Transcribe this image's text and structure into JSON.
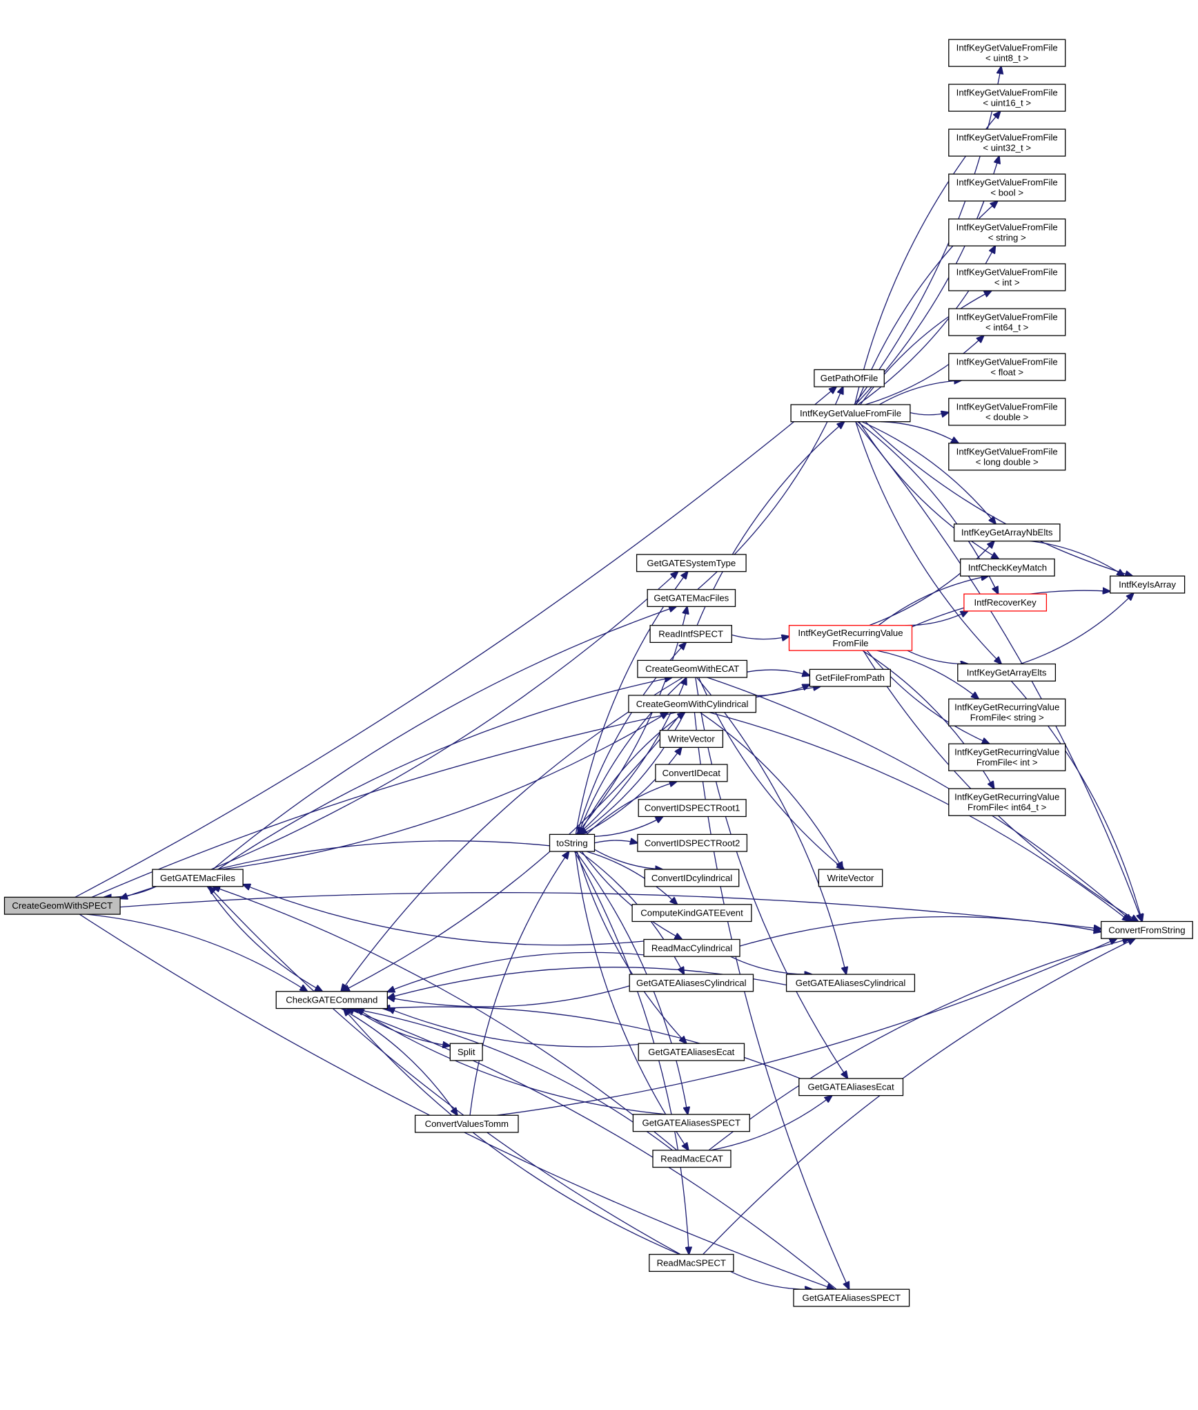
{
  "diagram": {
    "type": "call-graph",
    "edge_color": "#191970",
    "node_border_color": "#000000",
    "truncated_border_color": "#ff0000",
    "root_fill_color": "#bfbfbf",
    "nodes": {
      "root": {
        "lines": [
          "CreateGeomWithSPECT"
        ],
        "root": true
      },
      "gmf1": {
        "lines": [
          "GetGATEMacFiles"
        ]
      },
      "cgc": {
        "lines": [
          "CheckGATECommand"
        ]
      },
      "split": {
        "lines": [
          "Split"
        ]
      },
      "cvtmm": {
        "lines": [
          "ConvertValuesTomm"
        ]
      },
      "tostring": {
        "lines": [
          "toString"
        ]
      },
      "gsystype": {
        "lines": [
          "GetGATESystemType"
        ]
      },
      "gmf2": {
        "lines": [
          "GetGATEMacFiles"
        ]
      },
      "readintf": {
        "lines": [
          "ReadIntfSPECT"
        ]
      },
      "cgecat": {
        "lines": [
          "CreateGeomWithECAT"
        ]
      },
      "cgcyl": {
        "lines": [
          "CreateGeomWithCylindrical"
        ]
      },
      "wv1": {
        "lines": [
          "WriteVector"
        ]
      },
      "cidecat": {
        "lines": [
          "ConvertIDecat"
        ]
      },
      "cidsr1": {
        "lines": [
          "ConvertIDSPECTRoot1"
        ]
      },
      "cidsr2": {
        "lines": [
          "ConvertIDSPECTRoot2"
        ]
      },
      "cidcyl": {
        "lines": [
          "ConvertIDcylindrical"
        ]
      },
      "ckge": {
        "lines": [
          "ComputeKindGATEEvent"
        ]
      },
      "rmcyl": {
        "lines": [
          "ReadMacCylindrical"
        ]
      },
      "gacyl1": {
        "lines": [
          "GetGATEAliasesCylindrical"
        ]
      },
      "gaecat1": {
        "lines": [
          "GetGATEAliasesEcat"
        ]
      },
      "gaspect1": {
        "lines": [
          "GetGATEAliasesSPECT"
        ]
      },
      "rmecat": {
        "lines": [
          "ReadMacECAT"
        ]
      },
      "rmspect": {
        "lines": [
          "ReadMacSPECT"
        ]
      },
      "gaspect2": {
        "lines": [
          "GetGATEAliasesSPECT"
        ]
      },
      "gaecat2": {
        "lines": [
          "GetGATEAliasesEcat"
        ]
      },
      "gacyl2": {
        "lines": [
          "GetGATEAliasesCylindrical"
        ]
      },
      "wv2": {
        "lines": [
          "WriteVector"
        ]
      },
      "gpof": {
        "lines": [
          "GetPathOfFile"
        ]
      },
      "gffp": {
        "lines": [
          "GetFileFromPath"
        ]
      },
      "ikgvff": {
        "lines": [
          "IntfKeyGetValueFromFile"
        ]
      },
      "ikgrvff": {
        "lines": [
          "IntfKeyGetRecurringValue",
          "FromFile"
        ],
        "truncated": true
      },
      "t_u8": {
        "lines": [
          "IntfKeyGetValueFromFile",
          "< uint8_t >"
        ]
      },
      "t_u16": {
        "lines": [
          "IntfKeyGetValueFromFile",
          "< uint16_t >"
        ]
      },
      "t_u32": {
        "lines": [
          "IntfKeyGetValueFromFile",
          "< uint32_t >"
        ]
      },
      "t_bool": {
        "lines": [
          "IntfKeyGetValueFromFile",
          "< bool >"
        ]
      },
      "t_str": {
        "lines": [
          "IntfKeyGetValueFromFile",
          "< string >"
        ]
      },
      "t_int": {
        "lines": [
          "IntfKeyGetValueFromFile",
          "< int >"
        ]
      },
      "t_i64": {
        "lines": [
          "IntfKeyGetValueFromFile",
          "< int64_t >"
        ]
      },
      "t_float": {
        "lines": [
          "IntfKeyGetValueFromFile",
          "< float >"
        ]
      },
      "t_double": {
        "lines": [
          "IntfKeyGetValueFromFile",
          "< double >"
        ]
      },
      "t_ld": {
        "lines": [
          "IntfKeyGetValueFromFile",
          "< long double >"
        ]
      },
      "ikganb": {
        "lines": [
          "IntfKeyGetArrayNbElts"
        ]
      },
      "ickm": {
        "lines": [
          "IntfCheckKeyMatch"
        ]
      },
      "irk": {
        "lines": [
          "IntfRecoverKey"
        ],
        "truncated": true
      },
      "ikgae": {
        "lines": [
          "IntfKeyGetArrayElts"
        ]
      },
      "r_str": {
        "lines": [
          "IntfKeyGetRecurringValue",
          "FromFile< string >"
        ]
      },
      "r_int": {
        "lines": [
          "IntfKeyGetRecurringValue",
          "FromFile< int >"
        ]
      },
      "r_i64": {
        "lines": [
          "IntfKeyGetRecurringValue",
          "FromFile< int64_t >"
        ]
      },
      "ikia": {
        "lines": [
          "IntfKeyIsArray"
        ]
      },
      "cfs": {
        "lines": [
          "ConvertFromString"
        ]
      }
    },
    "edges": [
      [
        "gmf1",
        "root"
      ],
      [
        "tostring",
        "root"
      ],
      [
        "root",
        "cgc"
      ],
      [
        "root",
        "gpof"
      ],
      [
        "root",
        "gffp"
      ],
      [
        "root",
        "gaspect2"
      ],
      [
        "root",
        "cfs"
      ],
      [
        "gmf1",
        "cgc"
      ],
      [
        "gmf1",
        "gmf2"
      ],
      [
        "gmf1",
        "gsystype"
      ],
      [
        "gmf1",
        "cgecat"
      ],
      [
        "gmf1",
        "cgcyl"
      ],
      [
        "rmcyl",
        "gmf1"
      ],
      [
        "rmecat",
        "gmf1"
      ],
      [
        "rmspect",
        "gmf1"
      ],
      [
        "cgc",
        "split"
      ],
      [
        "cgc",
        "cvtmm"
      ],
      [
        "cgecat",
        "cgc"
      ],
      [
        "cgcyl",
        "cgc"
      ],
      [
        "rmcyl",
        "cgc"
      ],
      [
        "gacyl1",
        "cgc"
      ],
      [
        "gacyl2",
        "cgc"
      ],
      [
        "gaecat1",
        "cgc"
      ],
      [
        "gaecat2",
        "cgc"
      ],
      [
        "gaspect1",
        "cgc"
      ],
      [
        "rmecat",
        "cgc"
      ],
      [
        "rmspect",
        "cgc"
      ],
      [
        "gaspect2",
        "cgc"
      ],
      [
        "cvtmm",
        "tostring"
      ],
      [
        "cvtmm",
        "cfs"
      ],
      [
        "tostring",
        "gsystype"
      ],
      [
        "tostring",
        "gmf2"
      ],
      [
        "tostring",
        "readintf"
      ],
      [
        "tostring",
        "cgecat"
      ],
      [
        "tostring",
        "cgcyl"
      ],
      [
        "tostring",
        "wv1"
      ],
      [
        "tostring",
        "cidecat"
      ],
      [
        "tostring",
        "cidsr1"
      ],
      [
        "tostring",
        "cidsr2"
      ],
      [
        "tostring",
        "cidcyl"
      ],
      [
        "tostring",
        "ckge"
      ],
      [
        "tostring",
        "rmcyl"
      ],
      [
        "tostring",
        "gacyl1"
      ],
      [
        "tostring",
        "gaecat1"
      ],
      [
        "tostring",
        "gaspect1"
      ],
      [
        "tostring",
        "rmecat"
      ],
      [
        "tostring",
        "rmspect"
      ],
      [
        "cgecat",
        "tostring"
      ],
      [
        "cgcyl",
        "tostring"
      ],
      [
        "gmf2",
        "gpof"
      ],
      [
        "readintf",
        "ikgvff"
      ],
      [
        "readintf",
        "ikgrvff"
      ],
      [
        "cgecat",
        "gffp"
      ],
      [
        "cgecat",
        "wv2"
      ],
      [
        "cgecat",
        "gacyl2"
      ],
      [
        "cgecat",
        "gaecat2"
      ],
      [
        "cgecat",
        "cfs"
      ],
      [
        "cgcyl",
        "gffp"
      ],
      [
        "cgcyl",
        "wv2"
      ],
      [
        "cgcyl",
        "gaspect2"
      ],
      [
        "cgcyl",
        "cfs"
      ],
      [
        "rmcyl",
        "gacyl2"
      ],
      [
        "rmcyl",
        "cfs"
      ],
      [
        "rmecat",
        "gaecat2"
      ],
      [
        "rmecat",
        "cfs"
      ],
      [
        "rmspect",
        "gaspect2"
      ],
      [
        "rmspect",
        "cfs"
      ],
      [
        "ikgvff",
        "t_u8"
      ],
      [
        "ikgvff",
        "t_u16"
      ],
      [
        "ikgvff",
        "t_u32"
      ],
      [
        "ikgvff",
        "t_bool"
      ],
      [
        "ikgvff",
        "t_str"
      ],
      [
        "ikgvff",
        "t_int"
      ],
      [
        "ikgvff",
        "t_i64"
      ],
      [
        "ikgvff",
        "t_float"
      ],
      [
        "ikgvff",
        "t_double"
      ],
      [
        "ikgvff",
        "t_ld"
      ],
      [
        "ikgvff",
        "ikia"
      ],
      [
        "ikgvff",
        "ikganb"
      ],
      [
        "ikgvff",
        "ickm"
      ],
      [
        "ikgvff",
        "irk"
      ],
      [
        "ikgvff",
        "ikgae"
      ],
      [
        "ikgvff",
        "cfs"
      ],
      [
        "ikgrvff",
        "ikganb"
      ],
      [
        "ikgrvff",
        "ickm"
      ],
      [
        "ikgrvff",
        "irk"
      ],
      [
        "ikgrvff",
        "ikia"
      ],
      [
        "ikgrvff",
        "ikgae"
      ],
      [
        "ikgrvff",
        "r_str"
      ],
      [
        "ikgrvff",
        "r_int"
      ],
      [
        "ikgrvff",
        "r_i64"
      ],
      [
        "ikgrvff",
        "cfs"
      ],
      [
        "ikganb",
        "ikia"
      ],
      [
        "ikgae",
        "ikia"
      ],
      [
        "ikgae",
        "cfs"
      ]
    ]
  }
}
